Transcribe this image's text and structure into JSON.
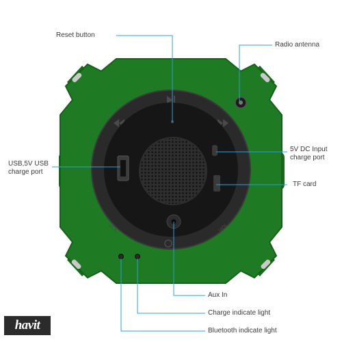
{
  "brand": {
    "logo_text": "havit"
  },
  "callouts": {
    "reset_button": "Reset button",
    "radio_antenna": "Radio antenna",
    "usb_port_line1": "USB,5V USB",
    "usb_port_line2": "charge port",
    "dc_input_line1": "5V DC Input",
    "dc_input_line2": "charge port",
    "tf_card": "TF card",
    "aux_in": "Aux In",
    "charge_light": "Charge indicate light",
    "bluetooth_light": "Bluetooth indicate light"
  },
  "colors": {
    "body_green": "#1e7a23",
    "body_green_dark": "#16611a",
    "bezel_dark": "#2a2a2a",
    "panel_black": "#161616",
    "callout_line": "#2aa3d8"
  }
}
